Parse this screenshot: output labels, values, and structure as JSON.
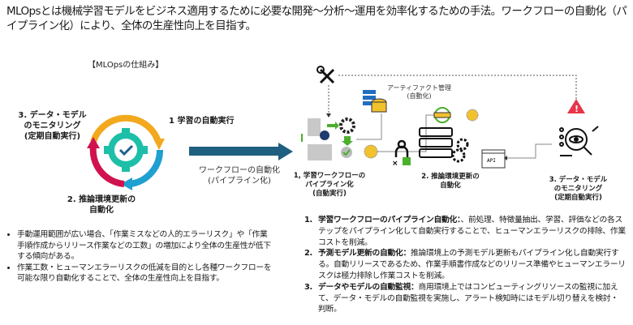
{
  "header": {
    "title": "MLOpsとは機械学習モデルをビジネス適用するために必要な開発～分析～運用を効率化するための手法。ワークフローの自動化（パイプライン化）により、全体の生産性向上を目指す。"
  },
  "left": {
    "section_title": "【MLOpsの仕組み】",
    "cycle": {
      "step1": "1 学習の自動実行",
      "step2_line1": "2. 推論環境更新の",
      "step2_line2": "自動化",
      "step3_line1": "3. データ・モデル",
      "step3_line2": "のモニタリング",
      "step3_line3": "(定期自動実行)"
    },
    "arrow_label_line1": "ワークフローの自動化",
    "arrow_label_line2": "(パイプライン化)",
    "bullets": [
      "手動運用範囲が広い場合、「作業ミスなどの人的エラーリスク」や「作業手順作成からリリース作業などの工数」の増加により全体の生産性が低下する傾向がある。",
      "作業工数・ヒューマンエラーリスクの低減を目的とし各種ワークフローを可能な限り自動化することで、全体の生産性向上を目指す。"
    ]
  },
  "diagram": {
    "artifact_line1": "アーティファクト管理",
    "artifact_line2": "(自動化)",
    "api_label": "API",
    "caption1": [
      "1, 学習ワークフローの",
      "パイプライン化",
      "(自動実行)"
    ],
    "caption2": [
      "2. 推論環境更新の",
      "自動化"
    ],
    "caption3": [
      "3. データ・モデル",
      "のモニタリング",
      "(定期自動実行)"
    ],
    "colors": {
      "arrow": "#1f5f7f",
      "alert": "#e8344a",
      "green": "#4caf2e",
      "gold": "#f2c12e",
      "navy": "#1f3a6e"
    }
  },
  "list": [
    {
      "title": "学習ワークフローのパイプライン自動化：",
      "text": "、前処理、特徴量抽出、学習、評価などの各ステップをパイプライン化して自動実行することで、ヒューマンエラーリスクの排除、作業コストを削減。"
    },
    {
      "title": "予測モデル更新の自動化：",
      "text": "推論環境上の予測モデル更新もパイプライン化し自動実行する。自動リリースであるため、作業手順書作成などのリリース準備やヒューマンエラーリスクは極力排除し作業コストを削減。"
    },
    {
      "title": "データやモデルの自動監視：",
      "text": "商用環境上ではコンピューティングリソースの監視に加えて、データ・モデルの自動監視を実施し、アラート検知時にはモデル切り替えを検討・判断。"
    }
  ]
}
